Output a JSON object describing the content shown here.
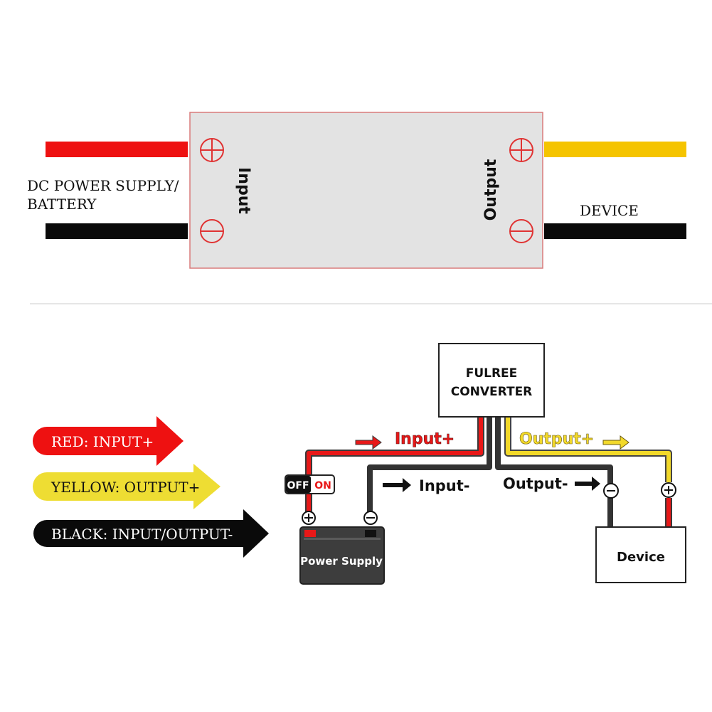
{
  "top": {
    "left_label_line1": "DC POWER SUPPLY/",
    "left_label_line2": "BATTERY",
    "right_label": "DEVICE",
    "module_input_label": "Input",
    "module_output_label": "Output"
  },
  "legend": {
    "red": "RED: INPUT+",
    "yellow": "YELLOW: OUTPUT+",
    "black": "BLACK: INPUT/OUTPUT-"
  },
  "wiring": {
    "converter_line1": "FULREE",
    "converter_line2": "CONVERTER",
    "input_plus": "Input+",
    "output_plus": "Output+",
    "input_minus": "Input-",
    "output_minus": "Output-",
    "switch_off": "OFF",
    "switch_on": "ON",
    "power_supply": "Power Supply",
    "device": "Device"
  },
  "colors": {
    "red": "#ee1111",
    "yellow": "#f5c400",
    "black": "#0a0a0a",
    "wire_black": "#333333",
    "module_fill": "#e3e3e3",
    "module_border": "#d97b7b"
  }
}
